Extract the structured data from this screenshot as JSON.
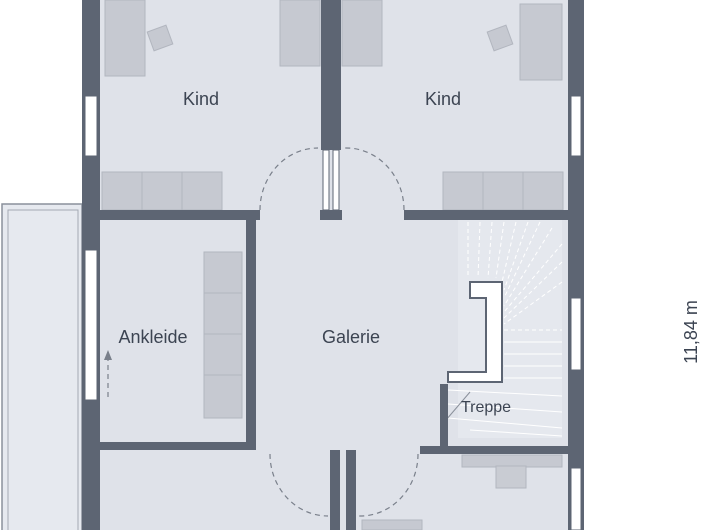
{
  "rooms": {
    "kind_left": "Kind",
    "kind_right": "Kind",
    "ankleide": "Ankleide",
    "galerie": "Galerie",
    "treppe": "Treppe"
  },
  "dimension": "11,84 m",
  "colors": {
    "floor": "#dfe2e9",
    "wall": "#5d6573",
    "furniture": "#c6c9d1",
    "furniture_line": "#b2b6bf",
    "text": "#3c4452"
  }
}
